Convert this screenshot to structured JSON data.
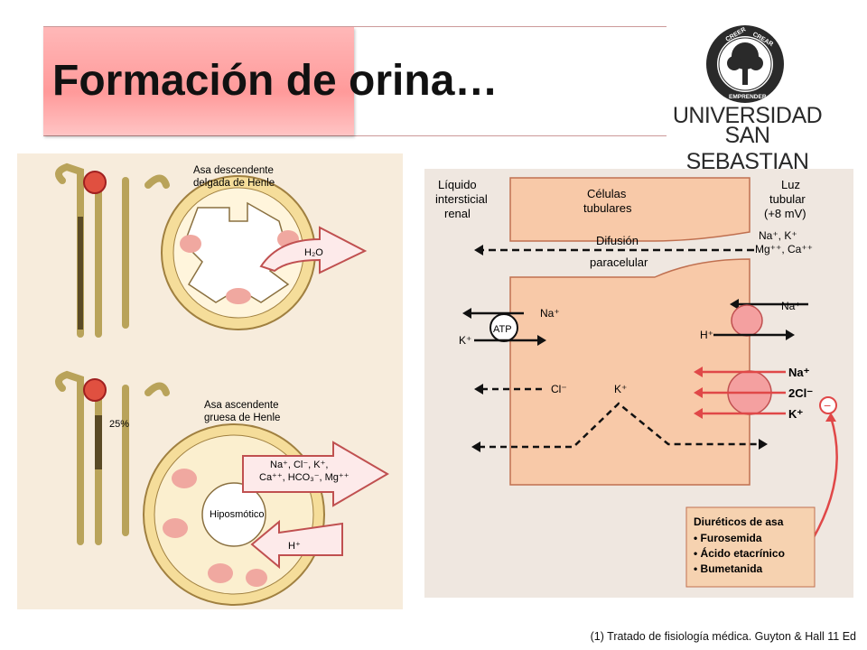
{
  "slide": {
    "title": "Formación de orina…",
    "logo": {
      "seal_text": [
        "CREER",
        "CREAR",
        "EMPRENDER"
      ],
      "line1": "UNIVERSIDAD",
      "line2": "SAN SEBASTIAN"
    },
    "citation": "(1) Tratado de fisiología médica. Guyton & Hall 11 Ed"
  },
  "left_diagram": {
    "top_label_line1": "Asa descendente",
    "top_label_line2": "delgada de Henle",
    "top_arrow_label": "H₂O",
    "bottom_label_line1": "Asa ascendente",
    "bottom_label_line2": "gruesa de Henle",
    "percent": "25%",
    "ions_line1": "Na⁺, Cl⁻, K⁺,",
    "ions_line2": "Ca⁺⁺, HCO₃⁻, Mg⁺⁺",
    "hyposmotic": "Hiposmótico",
    "h_arrow_label": "H⁺"
  },
  "right_diagram": {
    "interstitial_line1": "Líquido",
    "interstitial_line2": "intersticial",
    "interstitial_line3": "renal",
    "cells_line1": "Células",
    "cells_line2": "tubulares",
    "lumen_line1": "Luz",
    "lumen_line2": "tubular",
    "lumen_line3": "(+8 mV)",
    "lumen_ions_line1": "Na⁺, K⁺",
    "lumen_ions_line2": "Mg⁺⁺, Ca⁺⁺",
    "diffusion_line1": "Difusión",
    "diffusion_line2": "paracelular",
    "atp": "ATP",
    "na_left": "Na⁺",
    "k_left": "K⁺",
    "cl_left": "Cl⁻",
    "k_mid": "K⁺",
    "na_right": "Na⁺",
    "h_right": "H⁺",
    "na_red": "Na⁺",
    "cl2_red": "2Cl⁻",
    "k_red": "K⁺",
    "minus": "−",
    "diuretics_title": "Diuréticos de asa",
    "diuretics": [
      "• Furosemida",
      "• Ácido etacrínico",
      "• Bumetanida"
    ]
  }
}
